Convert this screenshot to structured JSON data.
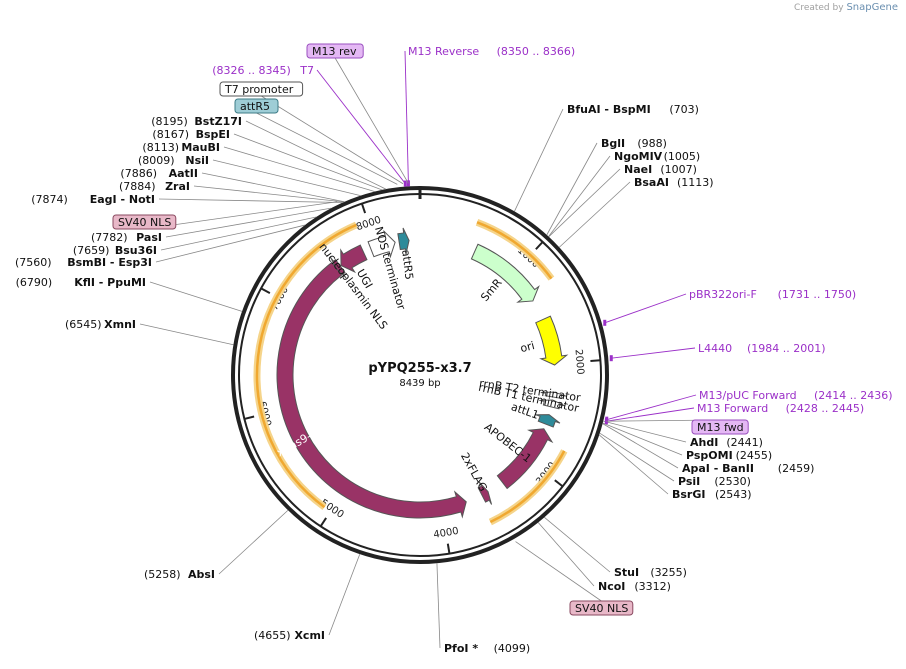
{
  "credit": {
    "prefix": "Created by",
    "brand": "SnapGene"
  },
  "plasmid": {
    "name": "pYPQ255-x3.7",
    "length_label": "8439 bp",
    "length": 8439
  },
  "ticks": [
    {
      "label": "1000",
      "pos": 1000
    },
    {
      "label": "2000",
      "pos": 2000
    },
    {
      "label": "3000",
      "pos": 3000
    },
    {
      "label": "4000",
      "pos": 4000
    },
    {
      "label": "5000",
      "pos": 5000
    },
    {
      "label": "6000",
      "pos": 6000
    },
    {
      "label": "7000",
      "pos": 7000
    },
    {
      "label": "8000",
      "pos": 8000
    }
  ],
  "features": [
    {
      "name": "xCas9-3.7",
      "start": 3750,
      "end": 7545,
      "dir": -1,
      "color": "#993366",
      "label_inside": true
    },
    {
      "name": "nucleoplasmin NLS",
      "start": 7545,
      "end": 7590,
      "dir": -1,
      "color": "#993366"
    },
    {
      "name": "UGI",
      "start": 7600,
      "end": 7860,
      "dir": -1,
      "color": "#993366"
    },
    {
      "name": "NOS terminator",
      "start": 7940,
      "end": 8190,
      "dir": 1,
      "color": "#ffffff"
    },
    {
      "name": "attR5",
      "start": 8230,
      "end": 8330,
      "dir": 1,
      "color": "#2e8b9a"
    },
    {
      "name": "SmR",
      "start": 560,
      "end": 1330,
      "dir": 1,
      "color": "#ccffcc"
    },
    {
      "name": "ori",
      "start": 1540,
      "end": 2010,
      "dir": 1,
      "color": "#ffff00"
    },
    {
      "name": "rrnB T2 terminator",
      "start": 2280,
      "end": 2330,
      "dir": -1,
      "color": "#ffffff"
    },
    {
      "name": "rrnB T1 terminator",
      "start": 2360,
      "end": 2430,
      "dir": -1,
      "color": "#ffffff"
    },
    {
      "name": "attL1",
      "start": 2510,
      "end": 2610,
      "dir": -1,
      "color": "#2e8b9a"
    },
    {
      "name": "APOBEC-1",
      "start": 2660,
      "end": 3340,
      "dir": -1,
      "color": "#993366"
    },
    {
      "name": "2xFLAG",
      "start": 3510,
      "end": 3580,
      "dir": -1,
      "color": "#993366"
    }
  ],
  "orf_arcs": [
    {
      "start": 480,
      "end": 1260
    },
    {
      "start": 2760,
      "end": 3620
    },
    {
      "start": 5060,
      "end": 7900
    }
  ],
  "site_labels": [
    {
      "id": "bfuai",
      "text": "BfuAI  - BspMI",
      "pos_text": "(703)",
      "pos": 703
    },
    {
      "id": "bgli",
      "text": "BglI",
      "pos_text": "(988)",
      "pos": 988
    },
    {
      "id": "ngomiv",
      "text": "NgoMIV",
      "pos_text": "(1005)",
      "pos": 1005
    },
    {
      "id": "naei",
      "text": "NaeI",
      "pos_text": "(1007)",
      "pos": 1007
    },
    {
      "id": "bsaai",
      "text": "BsaAI",
      "pos_text": "(1113)",
      "pos": 1113
    },
    {
      "id": "ahdi",
      "text": "AhdI",
      "pos_text": "(2441)",
      "pos": 2441
    },
    {
      "id": "pspomi",
      "text": "PspOMI",
      "pos_text": "(2455)",
      "pos": 2455
    },
    {
      "id": "apai",
      "text": "ApaI  - BanII",
      "pos_text": "(2459)",
      "pos": 2459
    },
    {
      "id": "psii",
      "text": "PsiI",
      "pos_text": "(2530)",
      "pos": 2530
    },
    {
      "id": "bsrgi",
      "text": "BsrGI",
      "pos_text": "(2543)",
      "pos": 2543
    },
    {
      "id": "stui",
      "text": "StuI",
      "pos_text": "(3255)",
      "pos": 3255
    },
    {
      "id": "ncoi",
      "text": "NcoI",
      "pos_text": "(3312)",
      "pos": 3312
    },
    {
      "id": "pfoi",
      "text": "PfoI *",
      "pos_text": "(4099)",
      "pos": 4099
    },
    {
      "id": "xcmi",
      "text": "XcmI",
      "pos_text": "(4655)",
      "pos": 4655
    },
    {
      "id": "absi",
      "text": "AbsI",
      "pos_text": "(5258)",
      "pos": 5258
    },
    {
      "id": "xmni",
      "text": "XmnI",
      "pos_text": "(6545)",
      "pos": 6545
    },
    {
      "id": "kfli",
      "text": "KflI  - PpuMI",
      "pos_text": "(6790)",
      "pos": 6790
    },
    {
      "id": "bsmbi",
      "text": "BsmBI  - Esp3I",
      "pos_text": "(7560)",
      "pos": 7560
    },
    {
      "id": "bsu36i",
      "text": "Bsu36I",
      "pos_text": "(7659)",
      "pos": 7659
    },
    {
      "id": "pasi",
      "text": "PasI",
      "pos_text": "(7782)",
      "pos": 7782
    },
    {
      "id": "eagi",
      "text": "EagI  - NotI",
      "pos_text": "(7874)",
      "pos": 7874
    },
    {
      "id": "zrai",
      "text": "ZraI",
      "pos_text": "(7884)",
      "pos": 7884
    },
    {
      "id": "aatii",
      "text": "AatII",
      "pos_text": "(7886)",
      "pos": 7886
    },
    {
      "id": "nsii",
      "text": "NsiI",
      "pos_text": "(8009)",
      "pos": 8009
    },
    {
      "id": "mauBI",
      "text": "MauBI",
      "pos_text": "(8113)",
      "pos": 8113
    },
    {
      "id": "bspei",
      "text": "BspEI",
      "pos_text": "(8167)",
      "pos": 8167
    },
    {
      "id": "bstz17i",
      "text": "BstZ17I",
      "pos_text": "(8195)",
      "pos": 8195
    }
  ],
  "primer_labels": [
    {
      "id": "m13rev",
      "text": "M13 Reverse",
      "pos_text": "(8350 .. 8366)",
      "pos": 8358
    },
    {
      "id": "t7",
      "text": "T7",
      "pos_text": "(8326 .. 8345)",
      "pos": 8336
    },
    {
      "id": "pbr322ori",
      "text": "pBR322ori-F",
      "pos_text": "(1731 .. 1750)",
      "pos": 1740
    },
    {
      "id": "l4440",
      "text": "L4440",
      "pos_text": "(1984 .. 2001)",
      "pos": 1992
    },
    {
      "id": "m13puc",
      "text": "M13/pUC Forward",
      "pos_text": "(2414 .. 2436)",
      "pos": 2425
    },
    {
      "id": "m13fwd",
      "text": "M13 Forward",
      "pos_text": "(2428 .. 2445)",
      "pos": 2436
    }
  ],
  "boxed_labels": [
    {
      "id": "m13revbox",
      "text": "M13 rev",
      "pos": 8358,
      "fill": "#e4b8f4",
      "stroke": "#9a4fbf"
    },
    {
      "id": "t7promoter",
      "text": "T7 promoter",
      "pos": 8320,
      "fill": "#ffffff",
      "stroke": "#555555"
    },
    {
      "id": "attr5box",
      "text": "attR5",
      "pos": 8280,
      "fill": "#9ecdd6",
      "stroke": "#3d7c87"
    },
    {
      "id": "sv40nls1",
      "text": "SV40 NLS",
      "pos": 7840,
      "fill": "#e8b8c8",
      "stroke": "#8a4a60"
    },
    {
      "id": "m13fwdbox",
      "text": "M13 fwd",
      "pos": 2436,
      "fill": "#e4b8f4",
      "stroke": "#9a4fbf"
    },
    {
      "id": "sv40nls2",
      "text": "SV40 NLS",
      "pos": 3520,
      "fill": "#e8b8c8",
      "stroke": "#8a4a60"
    }
  ],
  "colors": {
    "backbone": "#222222",
    "orf": "#f0a830",
    "purple_text": "#9b30c8",
    "site_line": "#7a7a7a"
  }
}
